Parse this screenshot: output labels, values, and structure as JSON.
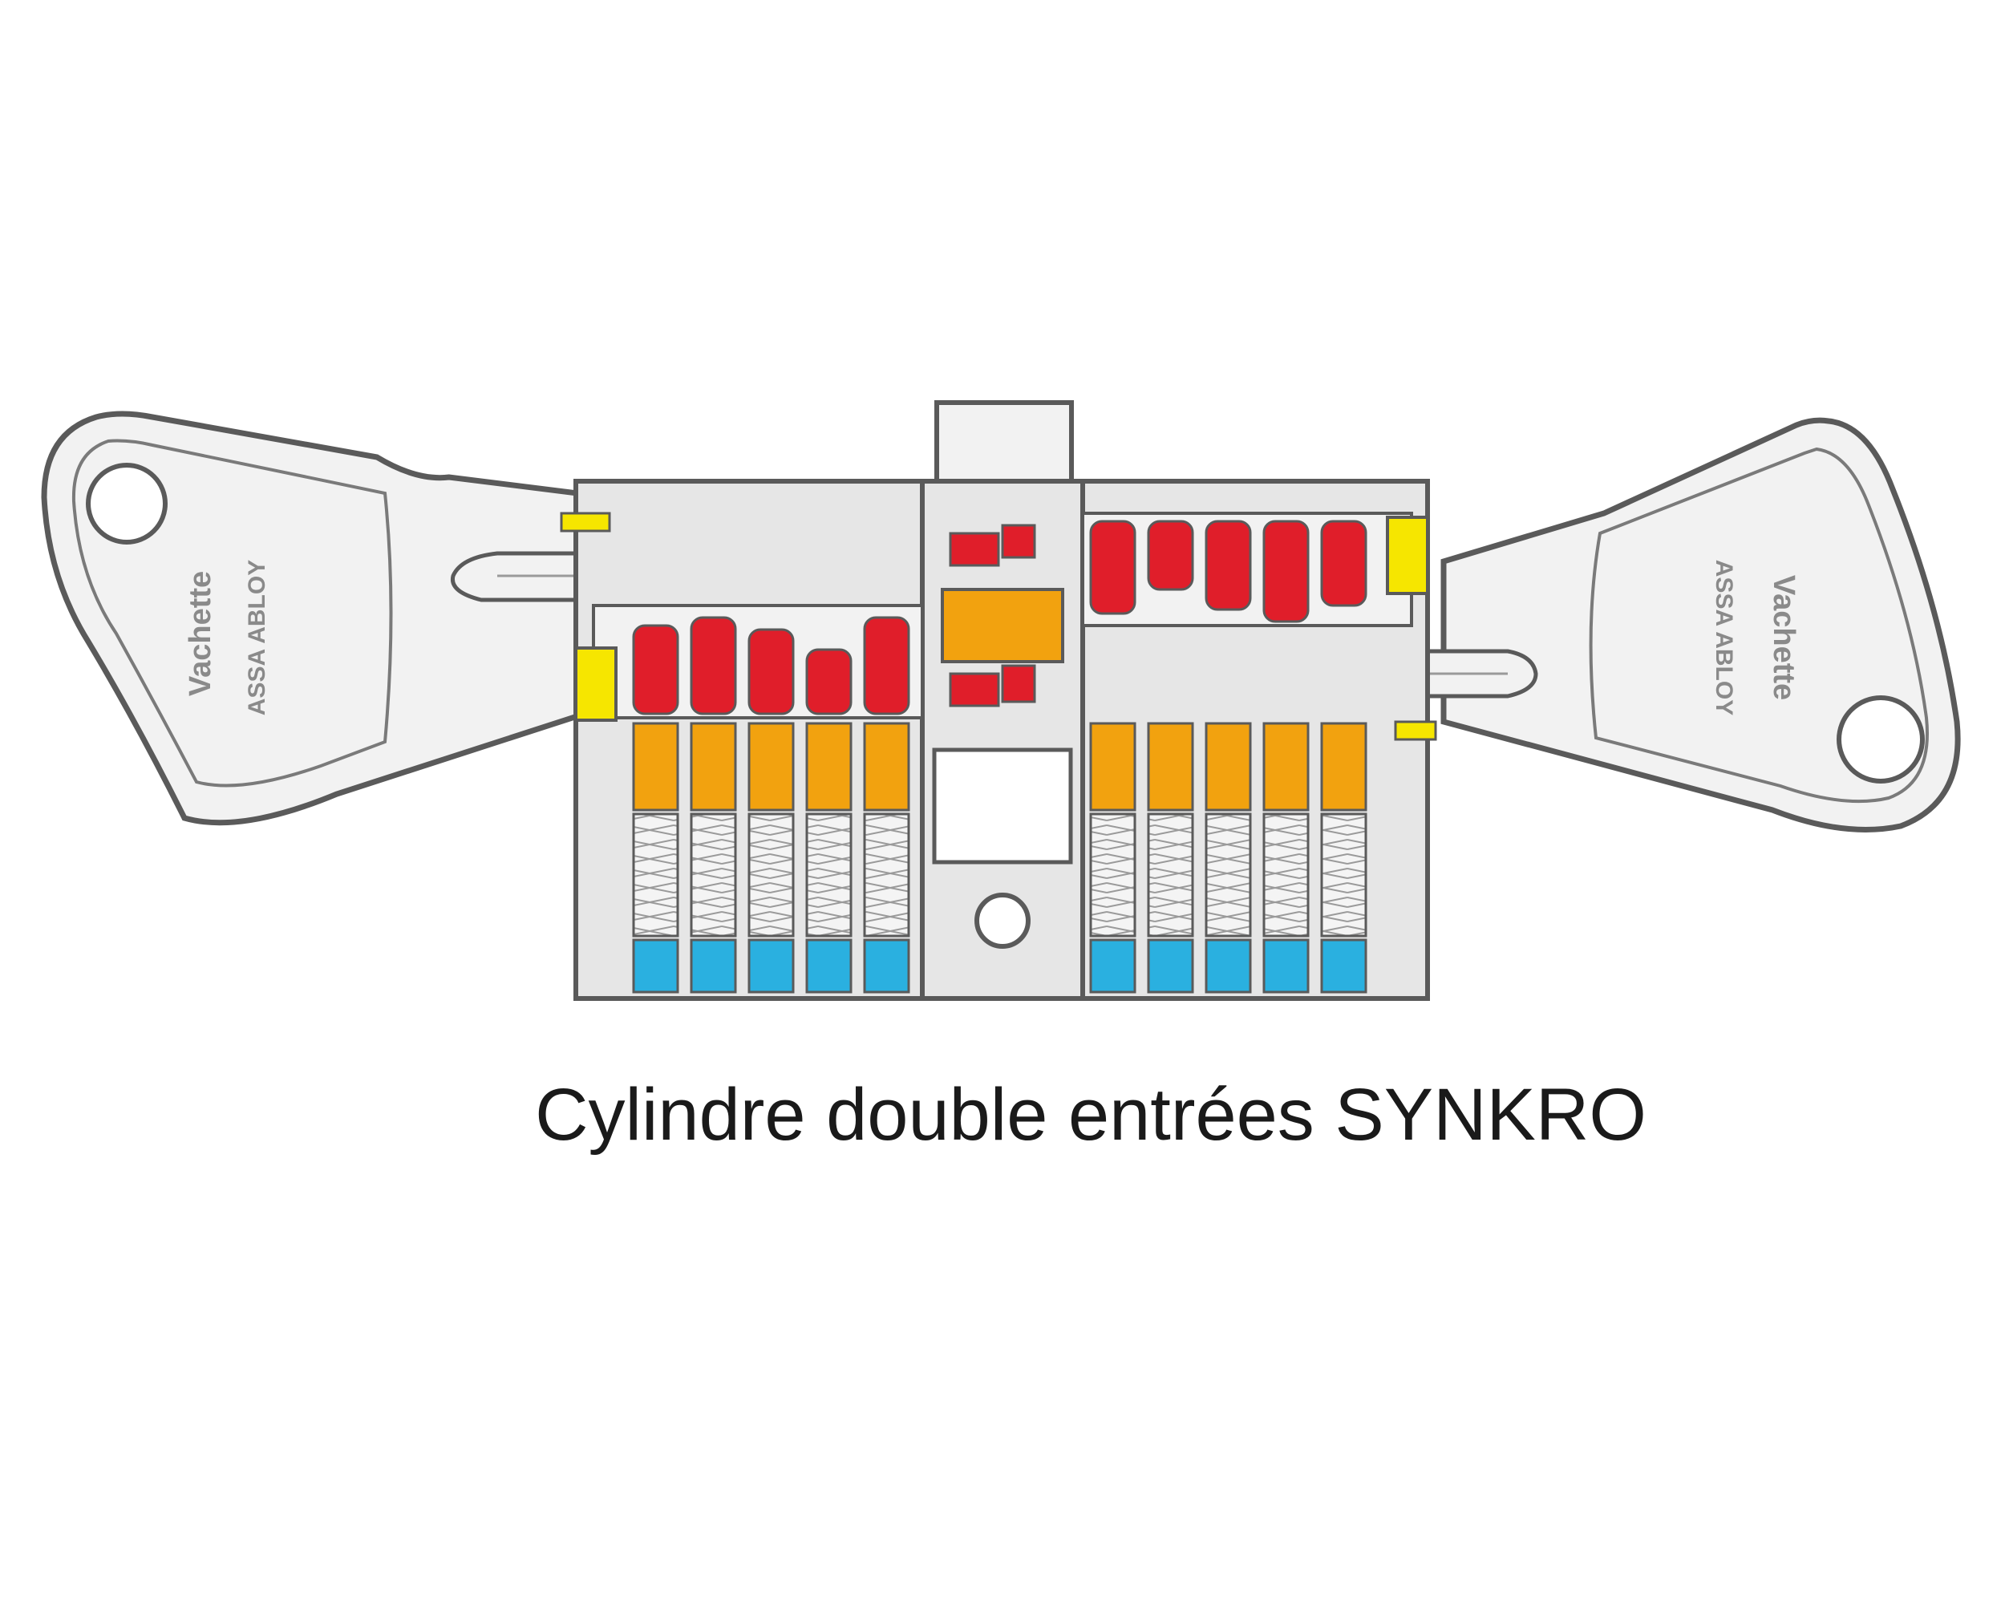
{
  "caption": "Cylindre double entrées SYNKRO",
  "key_brand": "Vachette",
  "key_subbrand": "ASSA ABLOY",
  "colors": {
    "outline": "#5a5a5a",
    "key_fill": "#f2f2f2",
    "body_fill": "#e6e6e6",
    "top_pin": "#e01e2a",
    "driver_pin": "#f2a20f",
    "spring_bg": "#f4f4f4",
    "bottom_pin": "#2ab0e0",
    "collar": "#f6e600",
    "cam": "#f2a20f"
  }
}
